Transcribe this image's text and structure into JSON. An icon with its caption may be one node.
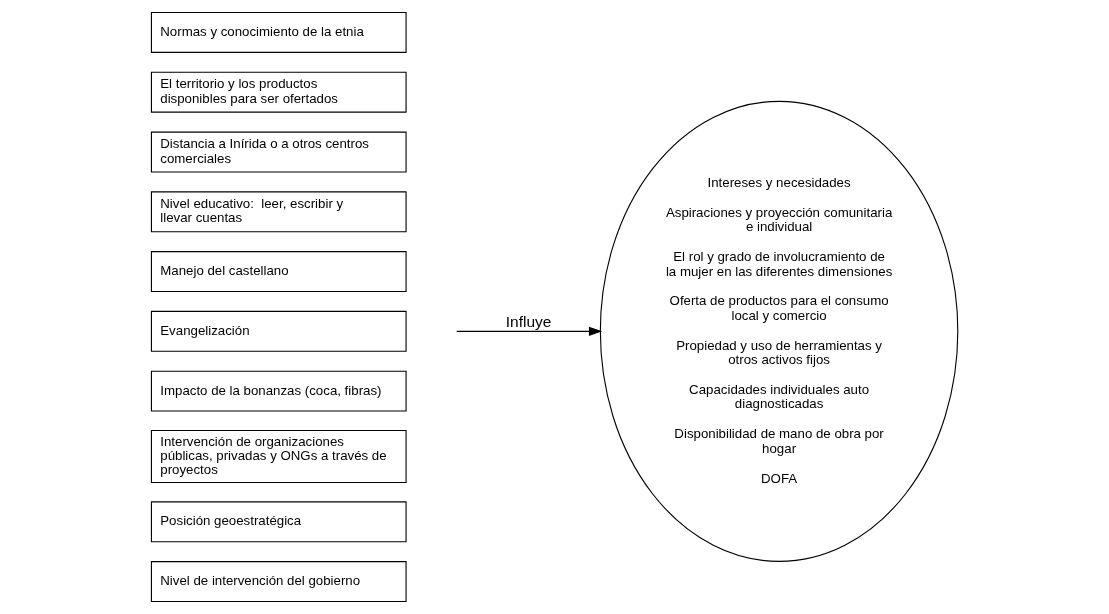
{
  "diagram": {
    "nodes": [
      {
        "text": [
          "Normas y conocimiento de la etnia"
        ]
      },
      {
        "text": [
          "El territorio y los productos disponibles para ser ofertados"
        ]
      },
      {
        "text": [
          "Distancia a Inírida o a otros centros comerciales"
        ]
      },
      {
        "text": [
          "Nivel educativo:  leer, escribir y llevar cuentas"
        ]
      },
      {
        "text": [
          "Manejo del castellano"
        ]
      },
      {
        "text": [
          "Evangelización"
        ]
      },
      {
        "text": [
          "Impacto de la bonanzas (coca, fibras)"
        ]
      },
      {
        "text": [
          "Intervención de organizaciones públicas, privadas y ONGs a través de proyectos"
        ]
      },
      {
        "text": [
          "Posición geoestratégica"
        ]
      },
      {
        "text": [
          "Nivel de intervención del gobierno"
        ]
      },
      {
        "text": [
          "Intereses y necesidades",
          "Aspiraciones y proyección comunitaria e individual",
          "El rol y grado de involucramiento de la mujer en las diferentes dimensiones",
          "Oferta de productos para el consumo local y comercio",
          "Propiedad y uso de herramientas y otros activos fijos",
          "Capacidades individuales auto diagnosticadas",
          "Disponibilidad de mano de obra por hogar",
          "DOFA"
        ]
      }
    ],
    "edges": [
      {
        "from": null,
        "to": 10,
        "arrow": "to",
        "label": "Influye"
      }
    ]
  }
}
